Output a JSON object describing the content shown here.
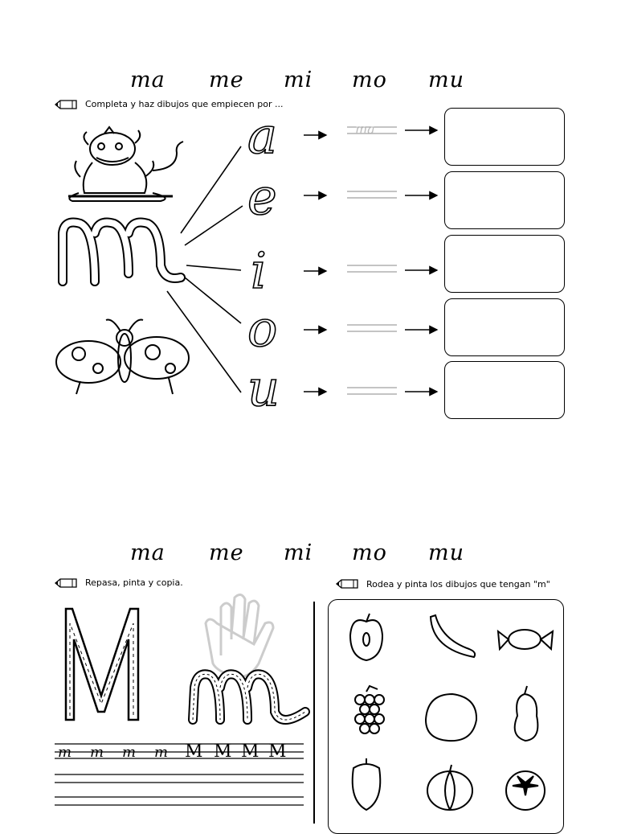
{
  "sheet1": {
    "syllables": [
      "ma",
      "me",
      "mi",
      "mo",
      "mu"
    ],
    "instruction": "Completa y haz dibujos que empiecen por ...",
    "big_letter": "m",
    "vowels": [
      "a",
      "e",
      "i",
      "o",
      "u"
    ],
    "example_answer": "ma",
    "icons": [
      "pencil-icon",
      "monkey-drawing",
      "butterfly-drawing"
    ]
  },
  "sheet2": {
    "syllables": [
      "ma",
      "me",
      "mi",
      "mo",
      "mu"
    ],
    "left_instruction": "Repasa, pinta y copia.",
    "right_instruction": "Rodea y pinta los dibujos que tengan \"m\"",
    "trace_upper": "M",
    "trace_lower": "m",
    "practice_lower": [
      "m",
      "m",
      "m",
      "m"
    ],
    "practice_upper": [
      "M",
      "M",
      "M",
      "M"
    ],
    "pictures": [
      "apple",
      "banana",
      "candy",
      "grapes",
      "lemon",
      "pear",
      "pepper",
      "pumpkin",
      "tomato"
    ]
  }
}
